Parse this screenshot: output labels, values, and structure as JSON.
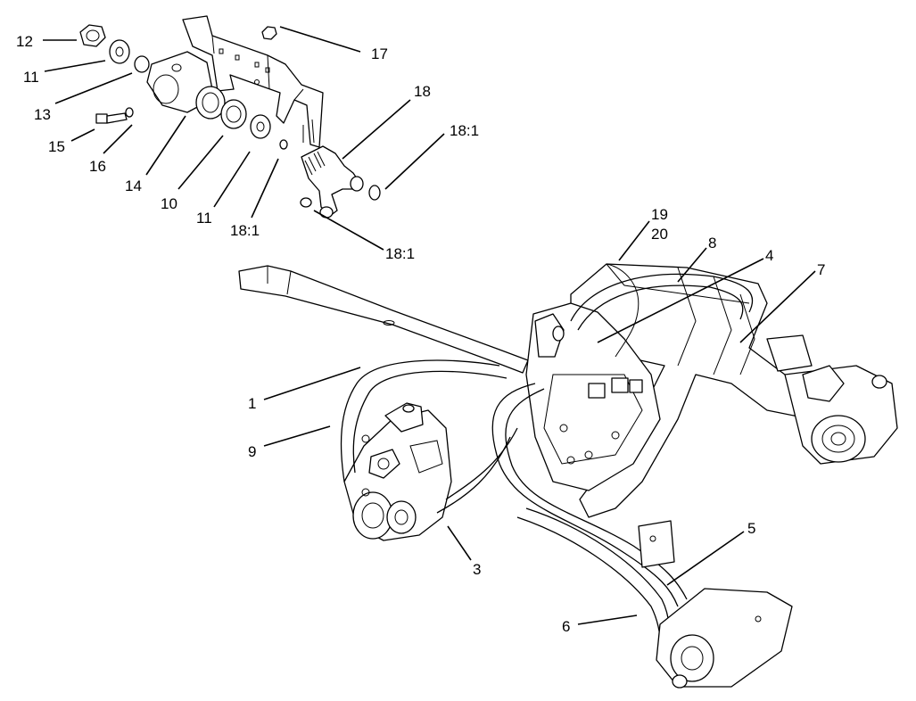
{
  "diagram": {
    "callouts": [
      {
        "id": "c12",
        "text": "12"
      },
      {
        "id": "c11a",
        "text": "11"
      },
      {
        "id": "c13",
        "text": "13"
      },
      {
        "id": "c15",
        "text": "15"
      },
      {
        "id": "c16",
        "text": "16"
      },
      {
        "id": "c14",
        "text": "14"
      },
      {
        "id": "c10",
        "text": "10"
      },
      {
        "id": "c11b",
        "text": "11"
      },
      {
        "id": "c18_1a",
        "text": "18:1"
      },
      {
        "id": "c17",
        "text": "17"
      },
      {
        "id": "c18",
        "text": "18"
      },
      {
        "id": "c18_1b",
        "text": "18:1"
      },
      {
        "id": "c18_1c",
        "text": "18:1"
      },
      {
        "id": "c19",
        "text": "19"
      },
      {
        "id": "c20",
        "text": "20"
      },
      {
        "id": "c8",
        "text": "8"
      },
      {
        "id": "c4",
        "text": "4"
      },
      {
        "id": "c7",
        "text": "7"
      },
      {
        "id": "c1",
        "text": "1"
      },
      {
        "id": "c9",
        "text": "9"
      },
      {
        "id": "c3",
        "text": "3"
      },
      {
        "id": "c5",
        "text": "5"
      },
      {
        "id": "c6",
        "text": "6"
      }
    ]
  }
}
